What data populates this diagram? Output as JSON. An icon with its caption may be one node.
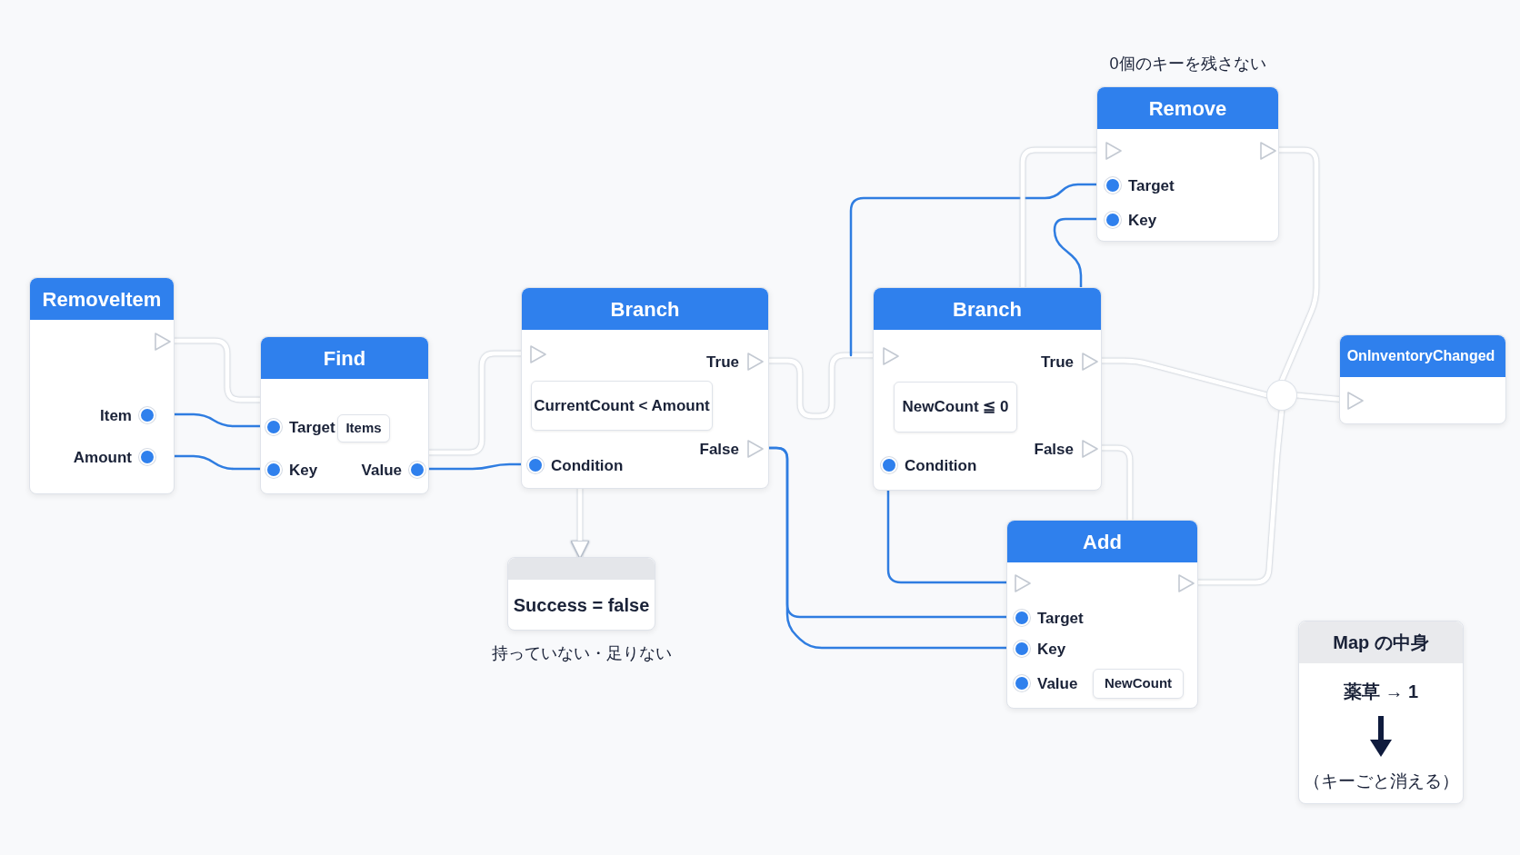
{
  "diagram": {
    "nodes": [
      {
        "text": [
          "RemoveItem"
        ]
      },
      {
        "text": [],
        "shape": "triangle",
        "in": 0
      },
      {
        "text": [
          "Item"
        ],
        "in": 0
      },
      {
        "text": [
          "Amount"
        ],
        "in": 0
      },
      {
        "text": [
          "Find"
        ]
      },
      {
        "text": [
          "Target"
        ],
        "in": 4
      },
      {
        "text": [
          "Items"
        ],
        "in": 4
      },
      {
        "text": [
          "Key"
        ],
        "in": 4
      },
      {
        "text": [
          "Value"
        ],
        "in": 4
      },
      {
        "text": [
          "Branch"
        ]
      },
      {
        "text": [],
        "shape": "triangle",
        "in": 9
      },
      {
        "text": [
          "True"
        ],
        "in": 9
      },
      {
        "text": [
          "CurrentCount < Amount"
        ],
        "in": 9
      },
      {
        "text": [
          "False"
        ],
        "in": 9
      },
      {
        "text": [
          "Condition"
        ],
        "in": 9
      },
      {
        "text": [
          "Success = false"
        ],
        "beside": [
          "持っていない・足りない"
        ]
      },
      {
        "text": [
          "Remove"
        ],
        "beside": [
          "0個のキーを残さない"
        ]
      },
      {
        "text": [],
        "shape": "triangle",
        "in": 16
      },
      {
        "text": [],
        "shape": "triangle",
        "in": 16
      },
      {
        "text": [
          "Target"
        ],
        "in": 16
      },
      {
        "text": [
          "Key"
        ],
        "in": 16
      },
      {
        "text": [
          "Branch"
        ]
      },
      {
        "text": [],
        "shape": "triangle",
        "in": 21
      },
      {
        "text": [
          "True"
        ],
        "in": 21
      },
      {
        "text": [
          "NewCount ≦ 0"
        ],
        "in": 21
      },
      {
        "text": [
          "False"
        ],
        "in": 21
      },
      {
        "text": [
          "Condition"
        ],
        "in": 21
      },
      {
        "text": [
          "Add"
        ]
      },
      {
        "text": [],
        "shape": "triangle",
        "in": 27
      },
      {
        "text": [],
        "shape": "triangle",
        "in": 27
      },
      {
        "text": [
          "Target"
        ],
        "in": 27
      },
      {
        "text": [
          "Key"
        ],
        "in": 27
      },
      {
        "text": [
          "Value"
        ],
        "in": 27
      },
      {
        "text": [
          "NewCount"
        ],
        "in": 27
      },
      {
        "text": [],
        "shape": "circle"
      },
      {
        "text": [
          "OnInventoryChanged"
        ]
      },
      {
        "text": [],
        "shape": "triangle",
        "in": 35
      },
      {
        "text": [
          "Map の中身",
          "薬草 → 1",
          "（キーごと消える）"
        ]
      }
    ],
    "edges": [
      {
        "from": 1,
        "to": 4,
        "arrow": "none"
      },
      {
        "from": 2,
        "to": 5,
        "arrow": "none",
        "color": "#2f7de1"
      },
      {
        "from": 3,
        "to": 7,
        "arrow": "none",
        "color": "#2f7de1"
      },
      {
        "from": 8,
        "to": 14,
        "arrow": "none",
        "color": "#2f7de1"
      },
      {
        "from": 4,
        "to": 10,
        "arrow": "none"
      },
      {
        "from": 9,
        "to": 15,
        "arrow": "to"
      },
      {
        "from": 11,
        "to": 22,
        "arrow": "none"
      },
      {
        "from": 13,
        "to": 30,
        "arrow": "none",
        "color": "#2f7de1"
      },
      {
        "from": 13,
        "to": 31,
        "arrow": "none",
        "color": "#2f7de1"
      },
      {
        "from": null,
        "to": 19,
        "arrow": "none",
        "color": "#2f7de1"
      },
      {
        "from": 21,
        "to": 17,
        "arrow": "none"
      },
      {
        "from": 21,
        "to": 20,
        "arrow": "none",
        "color": "#2f7de1"
      },
      {
        "from": 23,
        "to": 34,
        "arrow": "none"
      },
      {
        "from": 18,
        "to": 34,
        "arrow": "none"
      },
      {
        "from": 25,
        "to": 27,
        "arrow": "none"
      },
      {
        "from": 26,
        "to": 28,
        "arrow": "none",
        "color": "#2f7de1"
      },
      {
        "from": 29,
        "to": 34,
        "arrow": "none"
      },
      {
        "from": 34,
        "to": 36,
        "arrow": "none"
      }
    ]
  }
}
